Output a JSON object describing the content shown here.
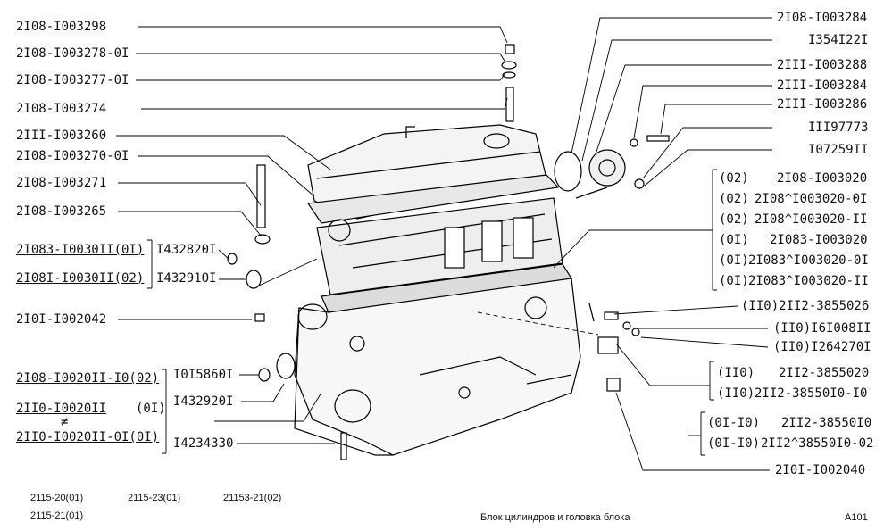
{
  "left_labels": [
    "2I08-I003298",
    "2I08-I003278-0I",
    "2I08-I003277-0I",
    "2I08-I003274",
    "2III-I003260",
    "2I08-I003270-0I",
    "2I08-I003271",
    "2I08-I003265",
    "2I0I-I002042"
  ],
  "left_group_a": {
    "items": [
      "2I083-I0030II(0I)",
      "2I08I-I0030II(02)"
    ],
    "refs": [
      "I432820I",
      "I43291OI"
    ]
  },
  "left_group_b": {
    "items": [
      "2I08-I0020II-I0(02)",
      "2II0-I0020II",
      "≠",
      "2II0-I0020II-0I(0I)"
    ],
    "qualifier": "(0I)",
    "refs": [
      "I0I5860I",
      "I432920I",
      "I4234330"
    ]
  },
  "right_labels": [
    "2I08-I003284",
    "I354I22I",
    "2III-I003288",
    "2III-I003284",
    "2III-I003286",
    "III97773",
    "I07259II"
  ],
  "right_group_a": [
    {
      "code": "(02)",
      "part": "2I08-I003020"
    },
    {
      "code": "(02)",
      "part": "2I08^I003020-0I"
    },
    {
      "code": "(02)",
      "part": "2I08^I003020-II"
    },
    {
      "code": "(0I)",
      "part": "2I083-I003020"
    },
    {
      "code": "(0I)",
      "part": "2I083^I003020-0I"
    },
    {
      "code": "(0I)",
      "part": "2I083^I003020-II"
    }
  ],
  "right_mid": [
    "(II0)2II2-3855026",
    "(II0)I6I008II",
    "(II0)I264270I"
  ],
  "right_group_b": [
    {
      "code": "(II0)",
      "part": "2II2-3855020"
    },
    {
      "code": "(II0)",
      "part": "2II2-38550I0-I0"
    }
  ],
  "right_group_c": [
    {
      "code": "(0I-I0)",
      "part": "2II2-38550I0"
    },
    {
      "code": "(0I-I0)",
      "part": "2II2^38550I0-02"
    }
  ],
  "right_bottom": "2I0I-I002040",
  "footer": {
    "models_row1": [
      "2115-20(01)",
      "2115-23(01)",
      "21153-21(02)"
    ],
    "models_row2": [
      "2115-21(01)"
    ],
    "caption": "Блок цилиндров и головка блока",
    "page_id": "A101"
  }
}
